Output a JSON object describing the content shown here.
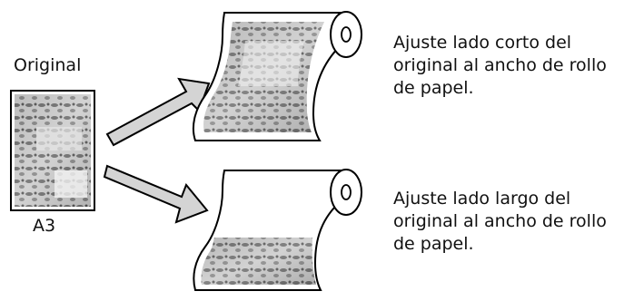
{
  "original_label": "Original",
  "paper_size_label": "A3",
  "options": [
    {
      "lines": [
        "Ajuste lado corto del",
        "original al ancho de rollo",
        "de papel."
      ]
    },
    {
      "lines": [
        "Ajuste lado largo del",
        "original al ancho de rollo",
        "de papel."
      ]
    }
  ]
}
